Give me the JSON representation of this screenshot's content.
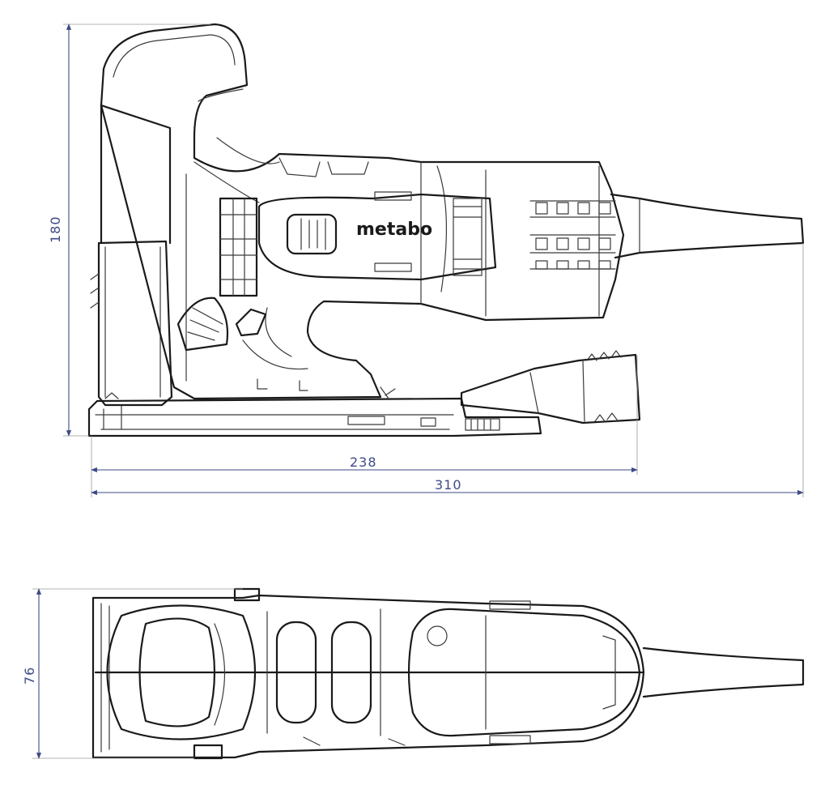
{
  "dimensions": {
    "height_side": "180",
    "length_base": "238",
    "length_total": "310",
    "width_top": "76"
  },
  "brand": {
    "logo_text": "metabo"
  },
  "colors": {
    "outline": "#1a1a1a",
    "dimension": "#3e4a86"
  }
}
